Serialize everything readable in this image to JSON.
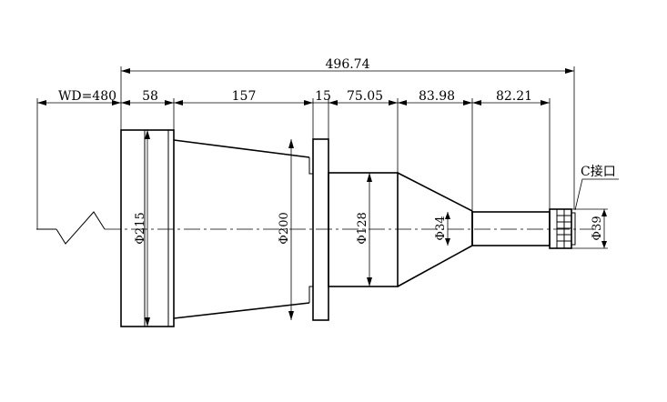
{
  "top_dimensions": {
    "overall": "496.74",
    "wd": "WD=480",
    "seg1": "58",
    "seg2": "157",
    "seg3": "15",
    "seg4": "75.05",
    "seg5": "83.98",
    "seg6": "82.21"
  },
  "diameters": {
    "d1": "Φ215",
    "d2": "Φ200",
    "d3": "Φ128",
    "d4": "Φ34",
    "d5": "Φ39"
  },
  "callout": {
    "mount": "C接口"
  }
}
